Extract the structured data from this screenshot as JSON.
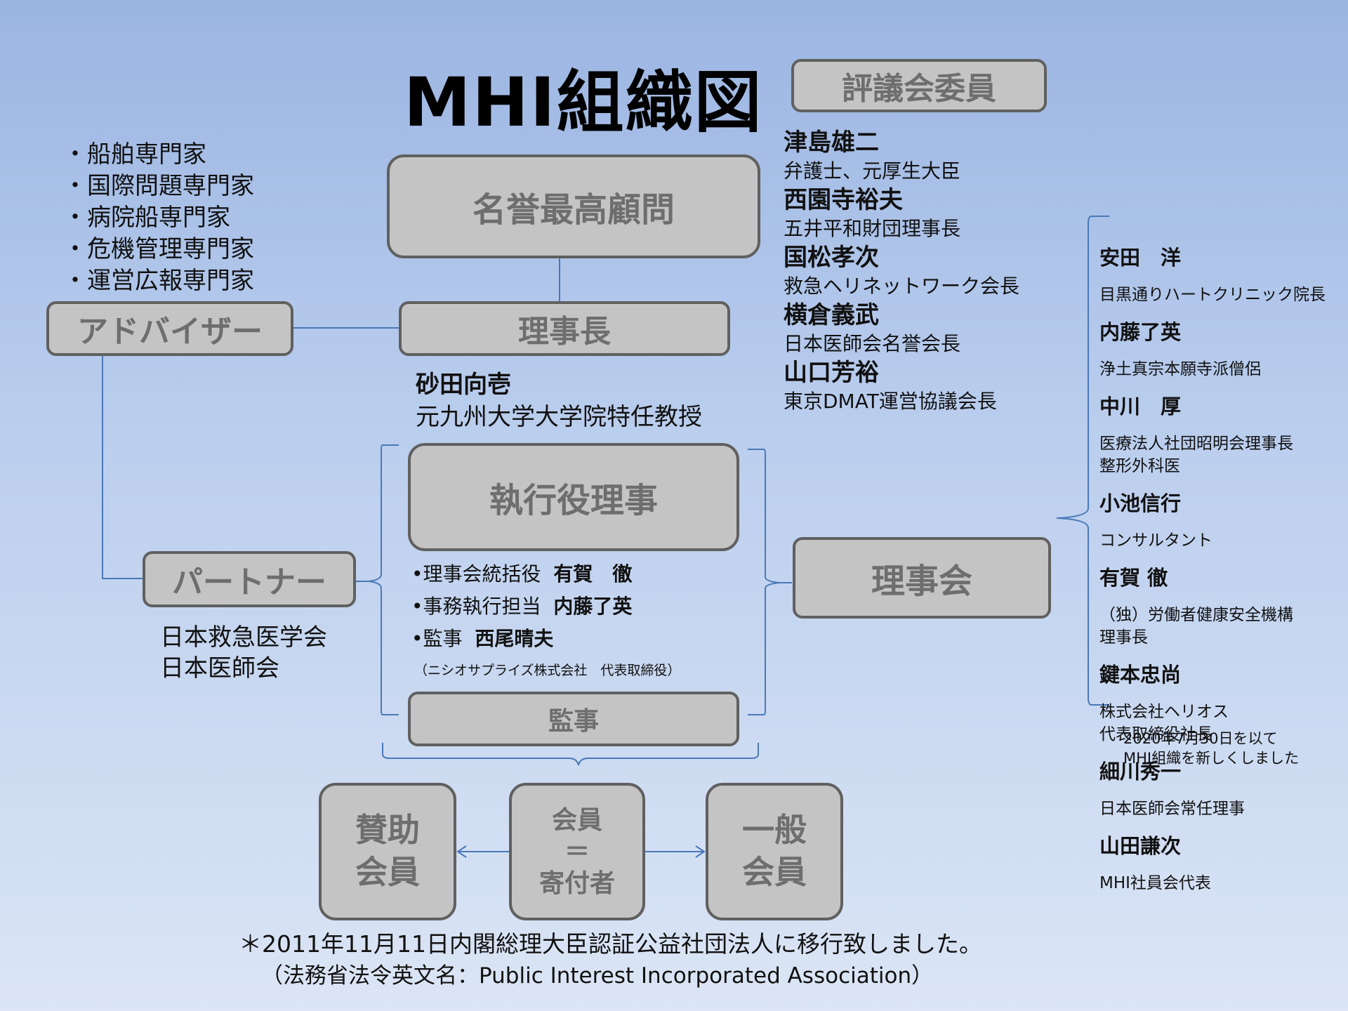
{
  "title": "MHI組織図",
  "boxes": {
    "hyogi": "評議会委員",
    "meiyo": "名誉最高顧問",
    "rijicho": "理事長",
    "advisor": "アドバイザー",
    "partner": "パートナー",
    "shikko": "執行役理事",
    "kanji": "監事",
    "rijikai": "理事会",
    "sanjo": "賛助\n会員",
    "kaiin": "会員\n＝\n寄付者",
    "ippan": "一般\n会員"
  },
  "advisor_list": [
    "・船舶専門家",
    "・国際問題専門家",
    "・病院船専門家",
    "・危機管理専門家",
    "・運営広報専門家"
  ],
  "rijicho_person": {
    "name": "砂田向壱",
    "title": "元九州大学大学院特任教授"
  },
  "partner_list": [
    "日本救急医学会",
    "日本医師会"
  ],
  "exec_list": [
    {
      "role": "•理事会統括役",
      "name": "有賀　徹"
    },
    {
      "role": "•事務執行担当",
      "name": "内藤了英"
    },
    {
      "role": "•監事",
      "name": "西尾晴夫"
    }
  ],
  "exec_note": "（ニシオサプライズ株式会社　代表取締役）",
  "council_members": [
    {
      "name": "津島雄二",
      "title": "弁護士、元厚生大臣"
    },
    {
      "name": "西園寺裕夫",
      "title": "五井平和財団理事長"
    },
    {
      "name": "国松孝次",
      "title": "救急ヘリネットワーク会長"
    },
    {
      "name": "横倉義武",
      "title": "日本医師会名誉会長"
    },
    {
      "name": "山口芳裕",
      "title": "東京DMAT運営協議会長"
    }
  ],
  "board_members": [
    {
      "name": "安田　洋",
      "title": "目黒通りハートクリニック院長"
    },
    {
      "name": "内藤了英",
      "title": "浄土真宗本願寺派僧侶"
    },
    {
      "name": "中川　厚",
      "title": "医療法人社団昭明会理事長\n整形外科医"
    },
    {
      "name": "小池信行",
      "title": "コンサルタント"
    },
    {
      "name": "有賀 徹",
      "title": "（独）労働者健康安全機構\n理事長"
    },
    {
      "name": "鍵本忠尚",
      "title": "株式会社ヘリオス\n代表取締役社長"
    },
    {
      "name": "細川秀一",
      "title": "日本医師会常任理事"
    },
    {
      "name": "山田謙次",
      "title": "MHI社員会代表"
    }
  ],
  "update_note": "2020年7月30日を以て\nMHI組織を新しくしました",
  "footer": {
    "line1": "＊2011年11月11日内閣総理大臣認証公益社団法人に移行致しました。",
    "line2": "（法務省法令英文名：Public Interest Incorporated Association）"
  },
  "colors": {
    "line": "#4a78b8",
    "box_fill": "#c4c4c4",
    "box_border": "#606060",
    "box_text": "#6e6e6e"
  }
}
